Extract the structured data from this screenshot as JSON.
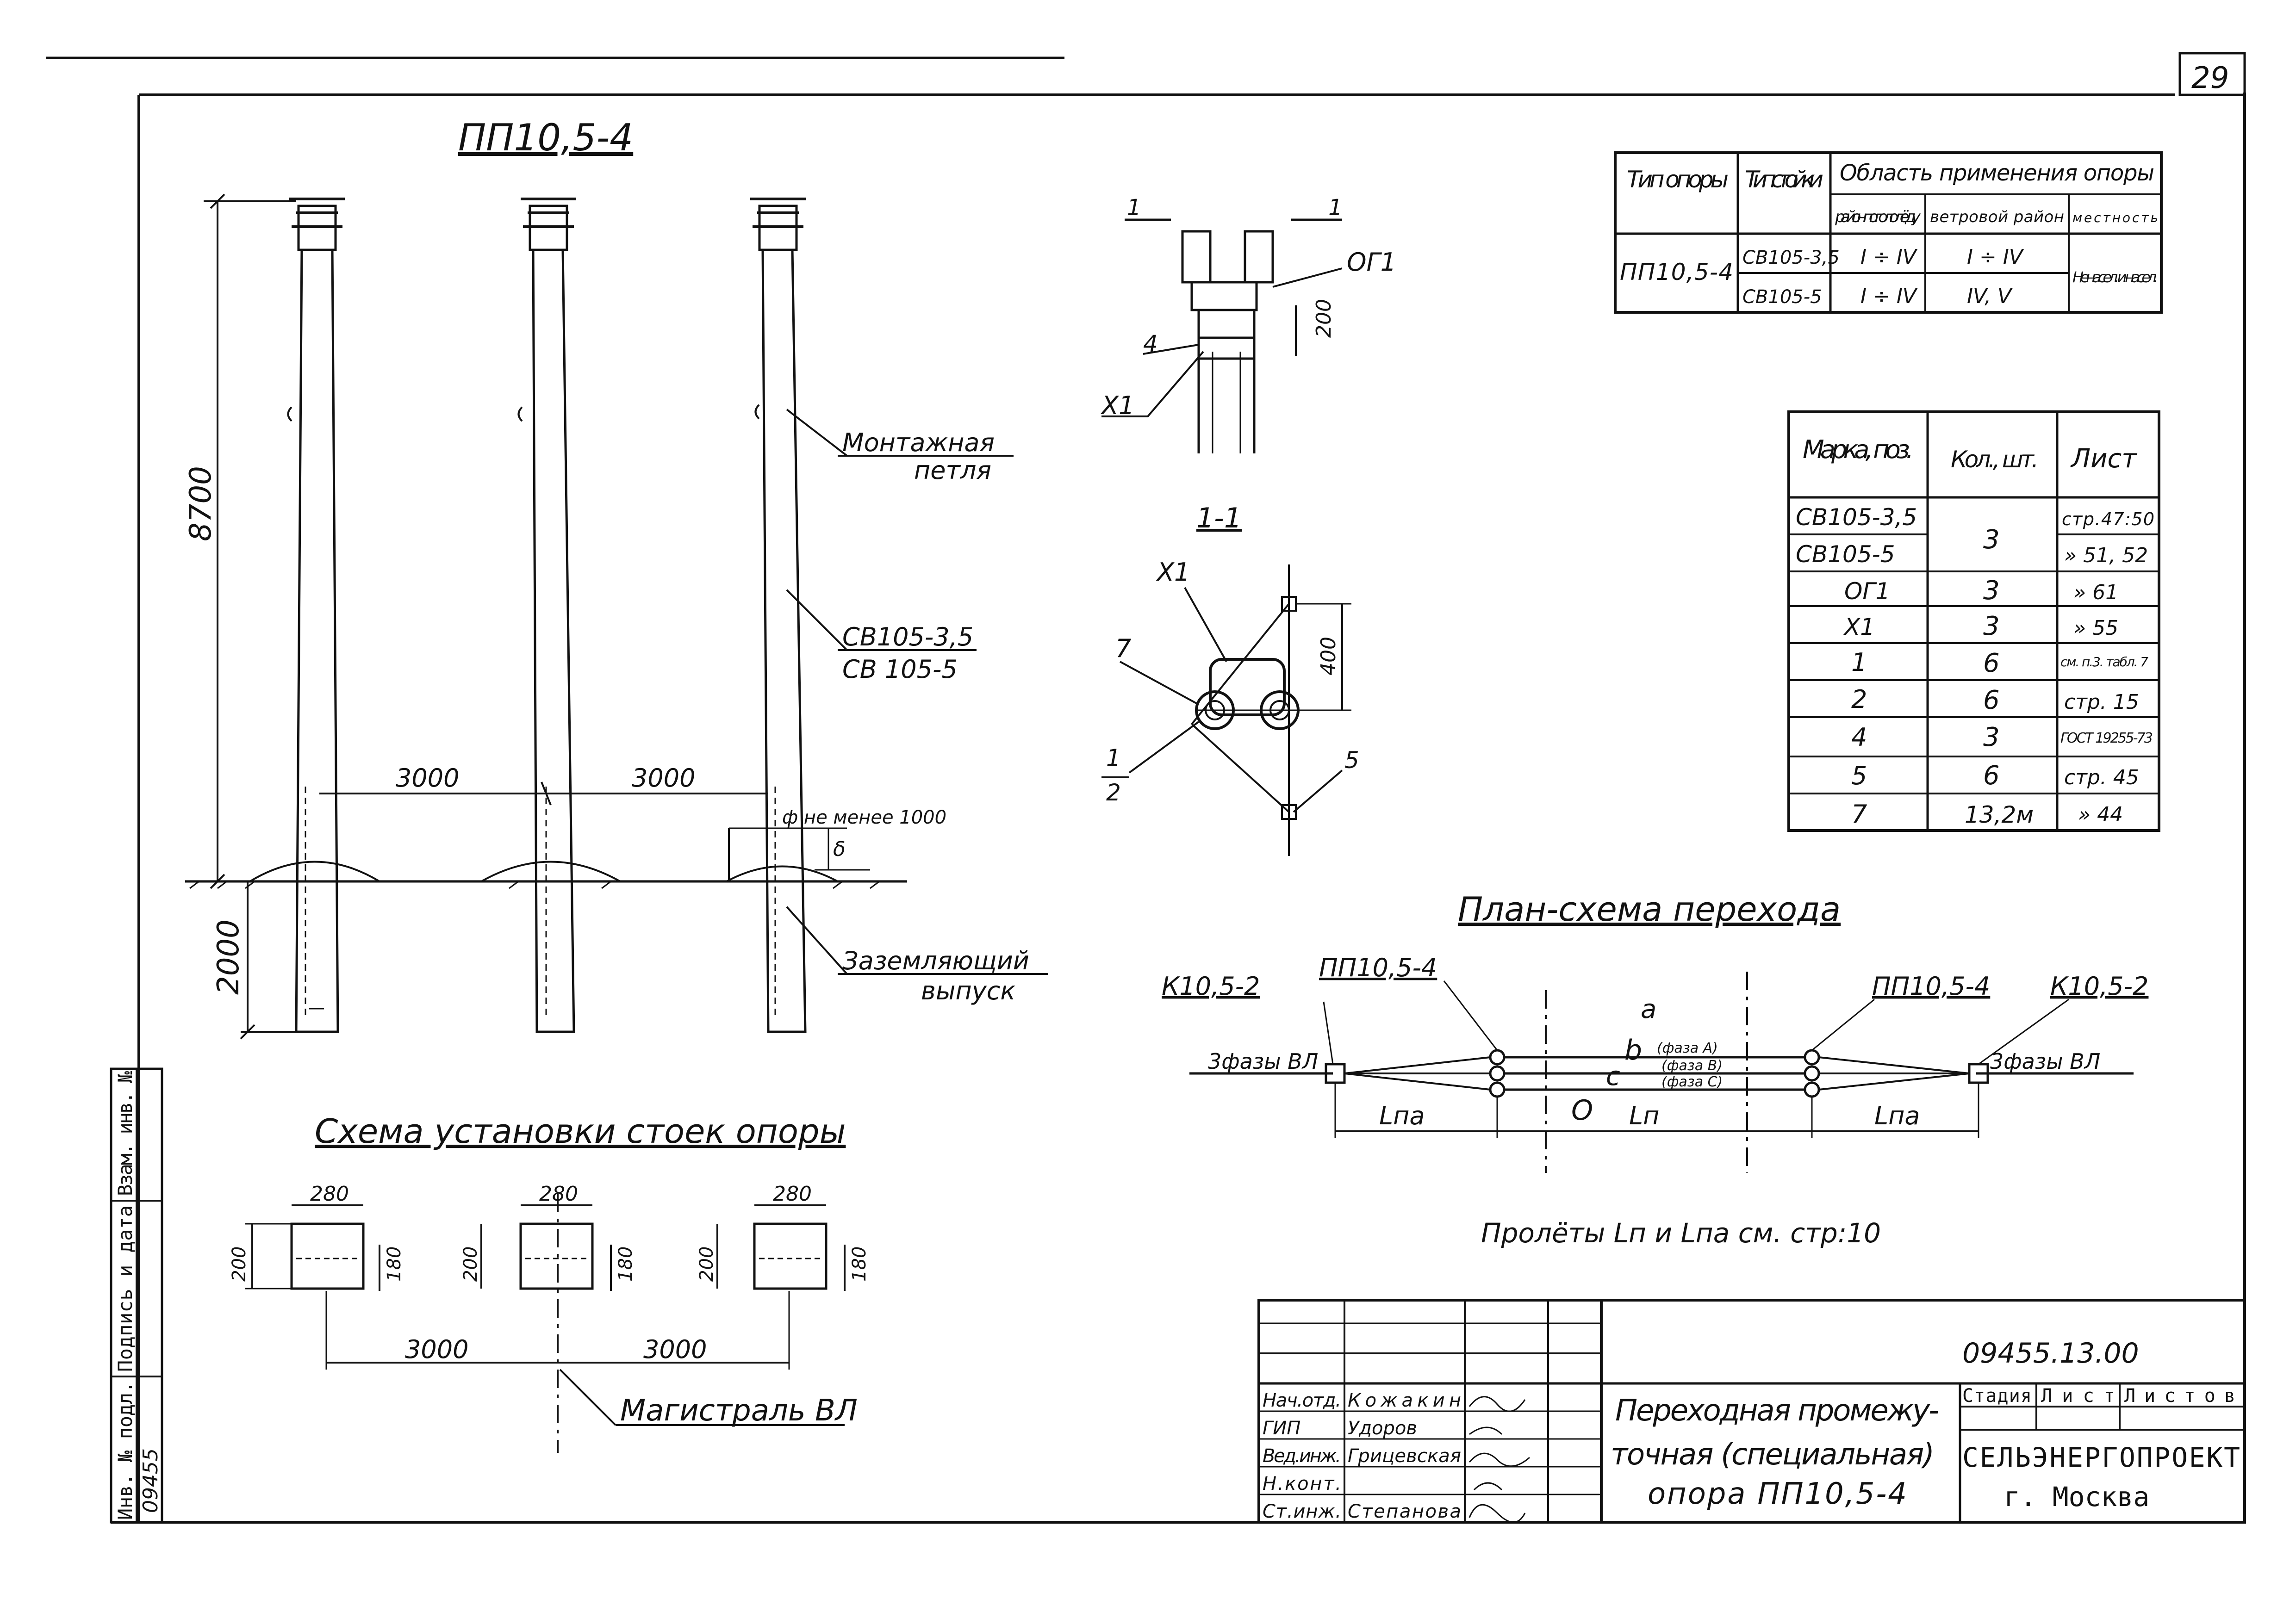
{
  "sheet_number": "29",
  "main_title": "ПП10,5-4",
  "labels": {
    "montazh_loop": [
      "Монтажная",
      "петля"
    ],
    "stand_types": [
      "СВ105-3,5",
      "СВ 105-5"
    ],
    "ground_outlet": [
      "Заземляющий",
      "выпуск"
    ],
    "height_dim": "8700",
    "depth_dim": "2000",
    "span_left": "3000",
    "span_right": "3000",
    "min_dim": "ф не менее 1000",
    "delta": "δ",
    "og1": "ОГ1",
    "x1": "Х1",
    "num_4": "4",
    "dim_200": "200",
    "view_mark": "1",
    "section_title": "1-1",
    "dim_400": "400",
    "num_7": "7",
    "num_1": "1",
    "num_2": "2",
    "num_5": "5"
  },
  "install_scheme": {
    "title": "Схема установки стоек опоры",
    "w": "280",
    "h": "200",
    "inner": "180",
    "span1": "3000",
    "span2": "3000",
    "main_line": "Магистраль ВЛ"
  },
  "plan": {
    "title": "План-схема перехода",
    "k_left": "К10,5-2",
    "pp_left": "ПП10,5-4",
    "pp_right": "ПП10,5-4",
    "k_right": "К10,5-2",
    "phases_left": "3фазы ВЛ",
    "phases_right": "3фазы ВЛ",
    "a": "а",
    "b": "b",
    "c": "с",
    "phase_a": "(фаза А)",
    "phase_b": "(фаза В)",
    "phase_c": "(фаза С)",
    "o": "О",
    "lpa_left": "Lпа",
    "lp": "Lп",
    "lpa_right": "Lпа",
    "spans_note": "Пролёты Lп и Lпа см. стр:10"
  },
  "table1": {
    "h_type": "Тип опоры",
    "h_stand": "Тип стойки",
    "h_area": "Область применения опоры",
    "h_ice": "район по гололёду",
    "h_wind": "ветровой район",
    "h_terrain": "местность",
    "support": "ПП10,5-4",
    "rows": [
      {
        "stand": "СВ105-3,5",
        "ice": "I ÷ IV",
        "wind": "I ÷ IV"
      },
      {
        "stand": "СВ105-5",
        "ice": "I ÷ IV",
        "wind": "IV, V"
      }
    ],
    "terrain": "Ненасел. и насел."
  },
  "table2": {
    "h_mark": "Марка, поз.",
    "h_qty": "Кол., шт.",
    "h_sheet": "Лист",
    "rows": [
      {
        "mark": "СВ105-3,5",
        "qty": "3",
        "sheet": "стр.47:50"
      },
      {
        "mark": "СВ105-5",
        "qty": "",
        "sheet": "» 51, 52"
      },
      {
        "mark": "ОГ1",
        "qty": "3",
        "sheet": "» 61"
      },
      {
        "mark": "Х1",
        "qty": "3",
        "sheet": "» 55"
      },
      {
        "mark": "1",
        "qty": "6",
        "sheet": "см. п.3. табл. 7"
      },
      {
        "mark": "2",
        "qty": "6",
        "sheet": "стр. 15"
      },
      {
        "mark": "4",
        "qty": "3",
        "sheet": "ГОСТ 19255-73"
      },
      {
        "mark": "5",
        "qty": "6",
        "sheet": "стр. 45"
      },
      {
        "mark": "7",
        "qty": "13,2м",
        "sheet": "» 44"
      }
    ]
  },
  "side_stamp": {
    "inv_no": "Инв. № подл.",
    "sign_date": "Подпись и дата",
    "replace_inv": "Взам. инв. №",
    "inv_value": "09455"
  },
  "title_block": {
    "code": "09455.13.00",
    "roles": [
      "Нач.отд.",
      "ГИП",
      "Вед.инж.",
      "Н.конт.",
      "Ст.инж."
    ],
    "names": [
      "Кожакин",
      "Удоров",
      "Грицевская",
      "",
      "Степанова"
    ],
    "description": [
      "Переходная промежу-",
      "точная (специальная)",
      "опора ПП10,5-4"
    ],
    "stage": "Стадия",
    "sheet": "Лист",
    "sheets": "Листов",
    "org": "СЕЛЬЭНЕРГОПРОЕКТ",
    "city": "г. Москва"
  }
}
